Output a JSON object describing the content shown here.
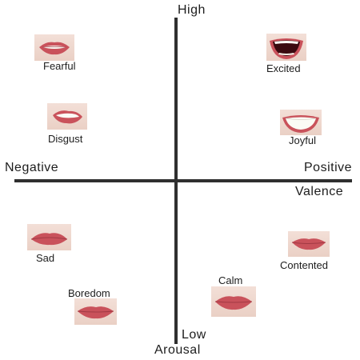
{
  "axes": {
    "high": "High",
    "low": "Low",
    "arousal": "Arousal",
    "negative": "Negative",
    "positive": "Positive",
    "valence": "Valence"
  },
  "emotions": {
    "fearful": "Fearful",
    "excited": "Excited",
    "disgust": "Disgust",
    "joyful": "Joyful",
    "sad": "Sad",
    "contented": "Contented",
    "calm": "Calm",
    "boredom": "Boredom"
  },
  "colors": {
    "axis": "#2f2f2f",
    "skin": "#eed8cf",
    "lip": "#c9525b",
    "lip_dark": "#a23a44",
    "teeth": "#fbfbf5",
    "mouth_interior": "#3a0a10"
  }
}
